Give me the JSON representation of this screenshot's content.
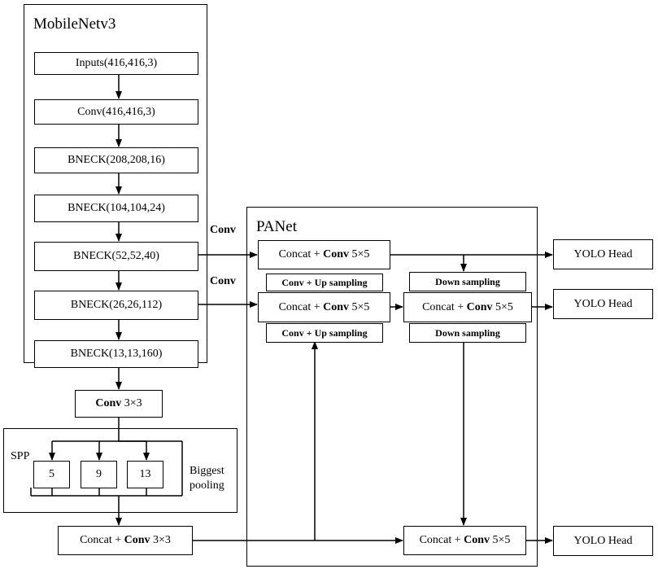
{
  "backbone": {
    "title": "MobileNetv3",
    "layers": [
      "Inputs(416,416,3)",
      "Conv(416,416,3)",
      "BNECK(208,208,16)",
      "BNECK(104,104,24)",
      "BNECK(52,52,40)",
      "BNECK(26,26,112)",
      "BNECK(13,13,160)"
    ]
  },
  "conv3": {
    "bold": "Conv",
    "rest": " 3×3"
  },
  "spp": {
    "label": "SPP",
    "pools": [
      "5",
      "9",
      "13"
    ],
    "side_line1": "Biggest",
    "side_line2": "pooling"
  },
  "concat_conv3": {
    "pre": "Concat + ",
    "bold": "Conv",
    "rest": " 3×3"
  },
  "edge_labels": {
    "conv_top": "Conv",
    "conv_mid": "Conv"
  },
  "panet": {
    "title": "PANet",
    "concat_pre": "Concat + ",
    "concat_bold": "Conv",
    "concat_rest": " 5×5",
    "up_sampling": "Conv + Up sampling",
    "down_sampling": "Down sampling"
  },
  "heads": [
    "YOLO Head",
    "YOLO Head",
    "YOLO Head"
  ]
}
